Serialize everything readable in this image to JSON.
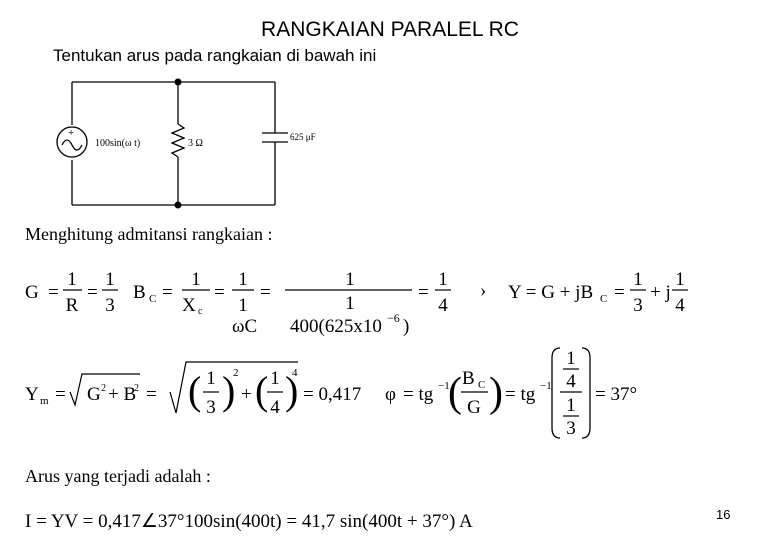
{
  "slide": {
    "title": "RANGKAIAN PARALEL RC",
    "subtitle": "Tentukan arus pada rangkaian di bawah ini",
    "page_number": "16"
  },
  "circuit": {
    "source_label": "100sin(ω t)",
    "source_plus": "+",
    "resistor_label": "3 Ω",
    "capacitor_label": "625 μF"
  },
  "text": {
    "admittance_heading": "Menghitung admitansi rangkaian :",
    "current_heading": "Arus yang terjadi adalah :"
  },
  "equations": {
    "G": "G",
    "R": "R",
    "Bc": "B",
    "c_sub": "C",
    "Xc": "X",
    "xc_sub": "c",
    "one": "1",
    "three": "3",
    "four": "4",
    "omegaC": "ωC",
    "denominator_expr": "400(625x10",
    "exp_neg6": "−6",
    "close_paren": ")",
    "Y_eq": "Y = G + jB",
    "plus_j": "+ j",
    "Ym": "Y",
    "m_sub": "m",
    "sqrt_expr": "G",
    "sq": "2",
    "plus_bc": "+ B",
    "pow4": "4",
    "approx_value": "= 0,417",
    "phi": "φ",
    "tg_inv": "= tg",
    "inv": "−1",
    "phi_result": "= 37°",
    "current_eq": "I = YV = 0,417∠37°100sin(400t) = 41,7 sin(400t + 37°) A",
    "eq": "=",
    "arrow": "›"
  }
}
